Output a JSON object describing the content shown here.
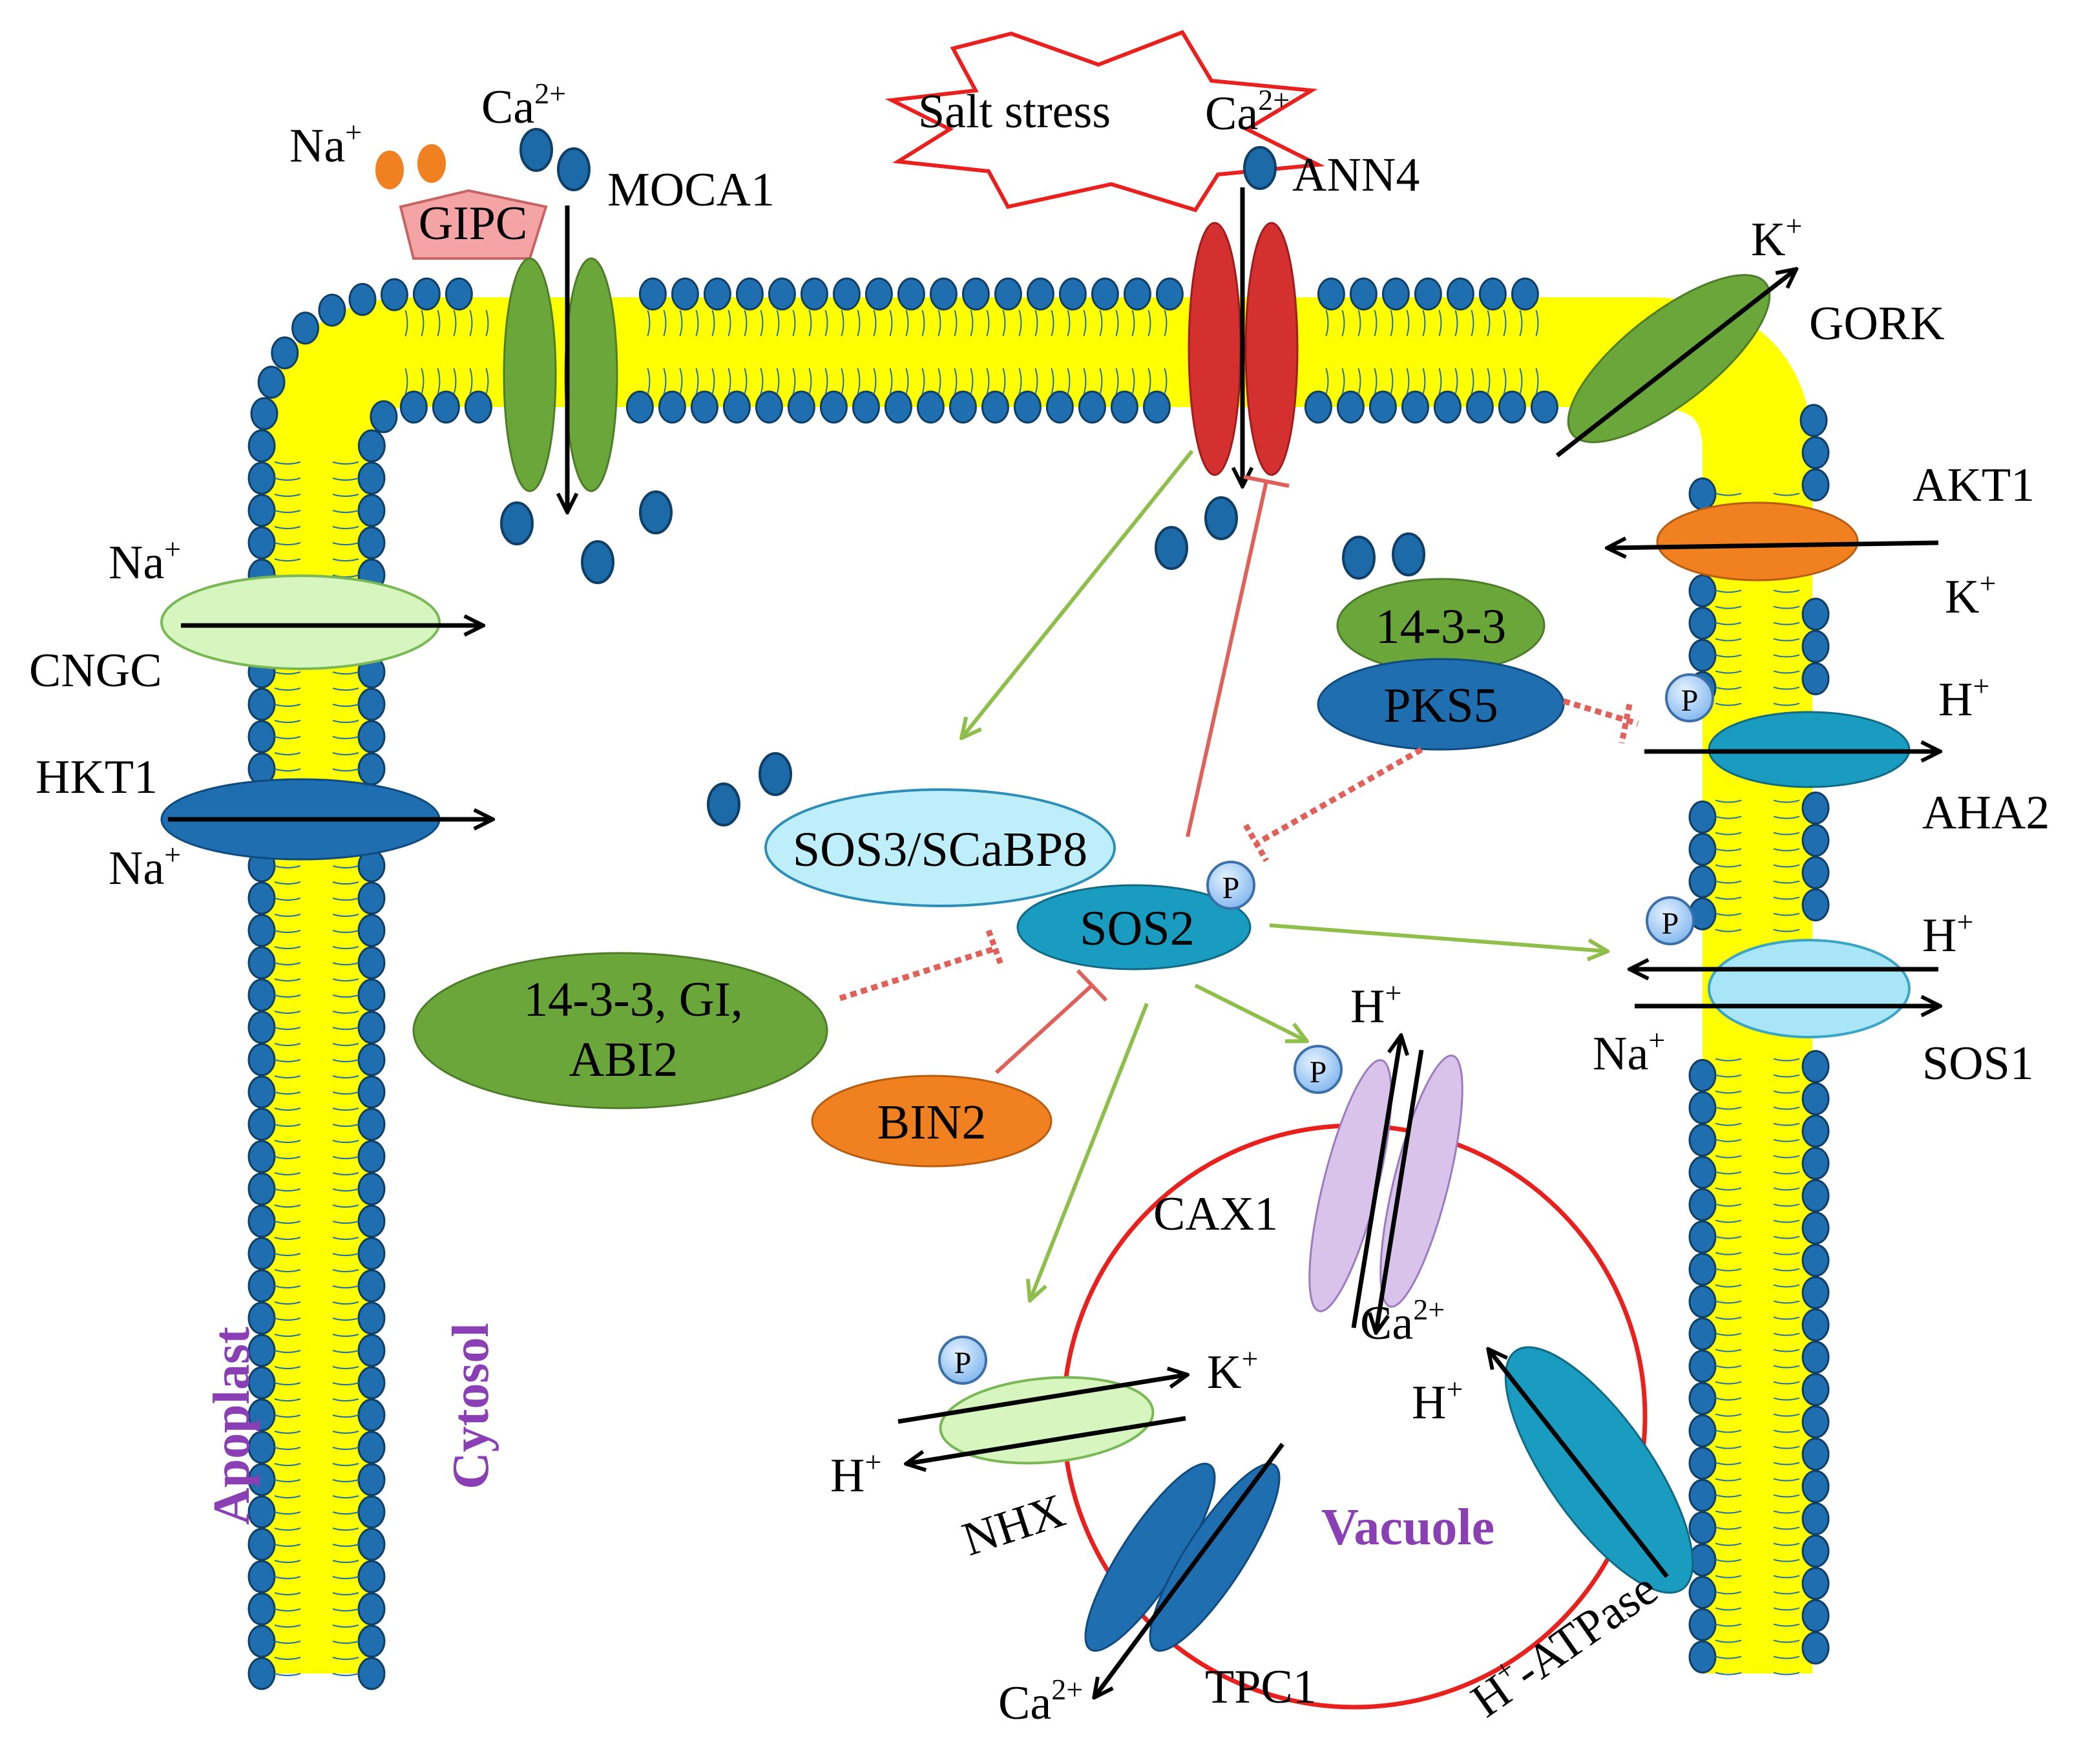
{
  "stress": {
    "label": "Salt stress"
  },
  "ions": {
    "na": "Na",
    "na_charge": "+",
    "ca": "Ca",
    "ca_charge": "2+",
    "k": "K",
    "k_charge": "+",
    "h": "H",
    "h_charge": "+"
  },
  "proteins": {
    "gipc": "GIPC",
    "moca1": "MOCA1",
    "ann4": "ANN4",
    "gork": "GORK",
    "akt1": "AKT1",
    "cngc": "CNGC",
    "hkt1": "HKT1",
    "fourteen_three_three": "14-3-3",
    "pks5": "PKS5",
    "aha2": "AHA2",
    "sos3": "SOS3/SCaBP8",
    "sos2": "SOS2",
    "sos1": "SOS1",
    "regulators_line1": "14-3-3, GI,",
    "regulators_line2": "ABI2",
    "bin2": "BIN2",
    "cax1": "CAX1",
    "nhx": "NHX",
    "tpc1": "TPC1",
    "hatpase": "-ATPase",
    "phospho": "P"
  },
  "compartments": {
    "apoplast": "Apoplast",
    "cytosol": "Cytosol",
    "vacuole": "Vacuole"
  },
  "colors": {
    "membrane": "#ffff00",
    "lipid_head": "#1f6fb0",
    "ca_ion": "#1c6aa8",
    "na_ion": "#f08020",
    "activation": "#8fbf4a",
    "inhibition": "#e0605a",
    "vacuole": "#e8201e",
    "compartment_text": "#8a3fb5"
  }
}
